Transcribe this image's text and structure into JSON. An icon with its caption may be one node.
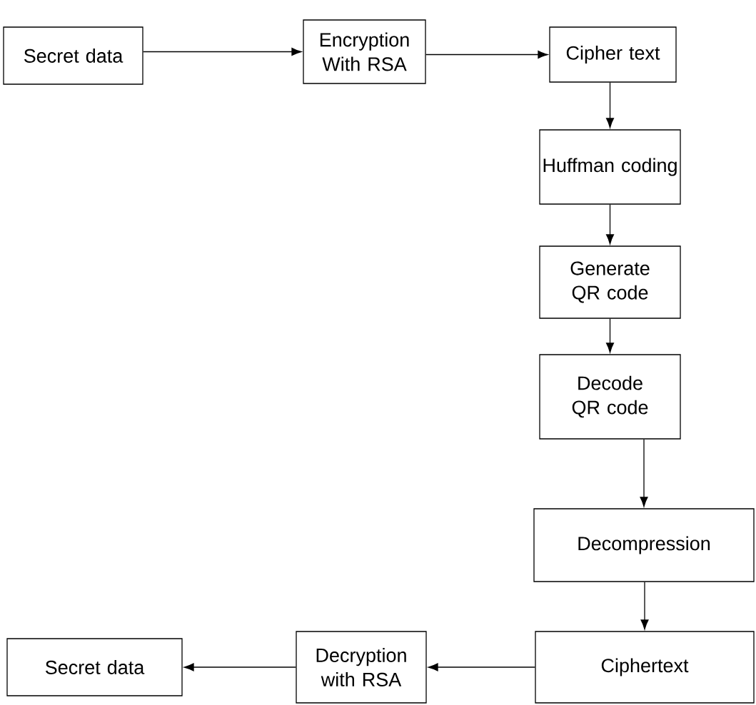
{
  "diagram": {
    "nodes": [
      {
        "text": [
          "Secret data"
        ]
      },
      {
        "text": [
          "Encryption With RSA"
        ]
      },
      {
        "text": [
          "Cipher text"
        ]
      },
      {
        "text": [
          "Huffman coding"
        ]
      },
      {
        "text": [
          "Generate QR code"
        ]
      },
      {
        "text": [
          "Decode QR code"
        ]
      },
      {
        "text": [
          "Decompression"
        ]
      },
      {
        "text": [
          "Ciphertext"
        ]
      },
      {
        "text": [
          "Decryption with RSA"
        ]
      },
      {
        "text": [
          "Secret data"
        ]
      }
    ],
    "edges": [
      {
        "from": 0,
        "to": 1,
        "arrow": "to"
      },
      {
        "from": 1,
        "to": 2,
        "arrow": "to"
      },
      {
        "from": 2,
        "to": 3,
        "arrow": "to"
      },
      {
        "from": 3,
        "to": 4,
        "arrow": "to"
      },
      {
        "from": 4,
        "to": 5,
        "arrow": "to"
      },
      {
        "from": 5,
        "to": 6,
        "arrow": "to"
      },
      {
        "from": 6,
        "to": 7,
        "arrow": "to"
      },
      {
        "from": 7,
        "to": 8,
        "arrow": "to"
      },
      {
        "from": 8,
        "to": 9,
        "arrow": "to"
      }
    ]
  }
}
